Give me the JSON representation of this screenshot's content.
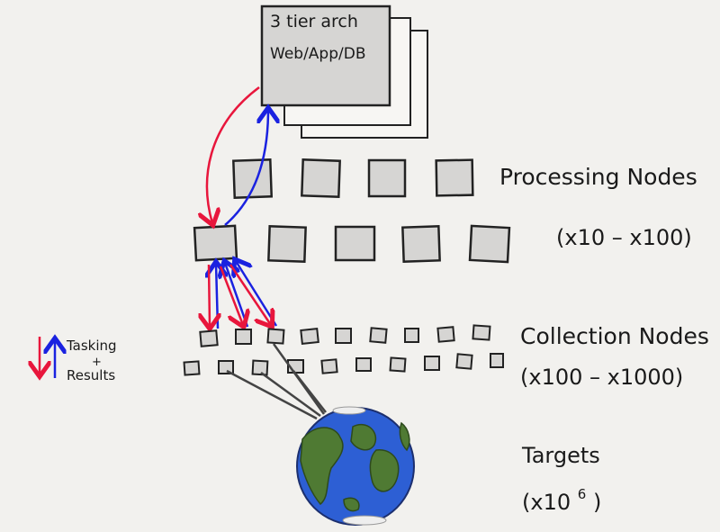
{
  "architecture": {
    "line1": "3 tier arch",
    "line2": "Web/App/DB"
  },
  "processing": {
    "label": "Processing Nodes",
    "count": "(x10 – x100)"
  },
  "collection": {
    "label": "Collection Nodes",
    "count": "(x100 – x1000)"
  },
  "targets": {
    "label": "Targets",
    "count_prefix": "(x10",
    "count_exp": "6",
    "count_suffix": ")"
  },
  "legend": {
    "line1": "Tasking",
    "line2": "+",
    "line3": "Results"
  },
  "colors": {
    "tasking": "#e8163c",
    "results": "#1a22e0",
    "box_fill": "#d6d5d3",
    "ocean": "#2d5fd4",
    "land": "#4f7a33"
  }
}
